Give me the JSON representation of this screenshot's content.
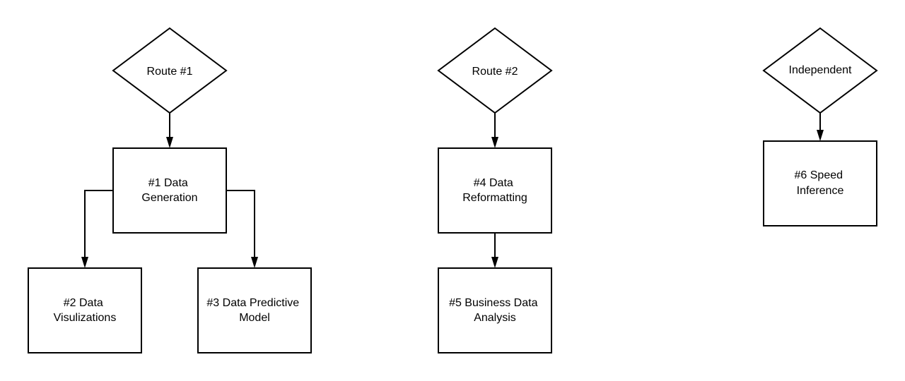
{
  "diagram": {
    "colors": {
      "stroke": "#000000",
      "fill": "#ffffff",
      "text": "#000000",
      "background": "#ffffff"
    },
    "route1": {
      "label": "Route #1"
    },
    "route2": {
      "label": "Route #2"
    },
    "independent": {
      "label": "Independent"
    },
    "node1": {
      "line1": "#1 Data",
      "line2": "Generation"
    },
    "node2": {
      "line1": "#2 Data",
      "line2": "Visulizations"
    },
    "node3": {
      "line1": "#3 Data Predictive",
      "line2": "Model"
    },
    "node4": {
      "line1": "#4 Data",
      "line2": "Reformatting"
    },
    "node5": {
      "line1": "#5 Business Data",
      "line2": "Analysis"
    },
    "node6": {
      "line1": "#6 Speed",
      "line2": "Inference"
    }
  }
}
